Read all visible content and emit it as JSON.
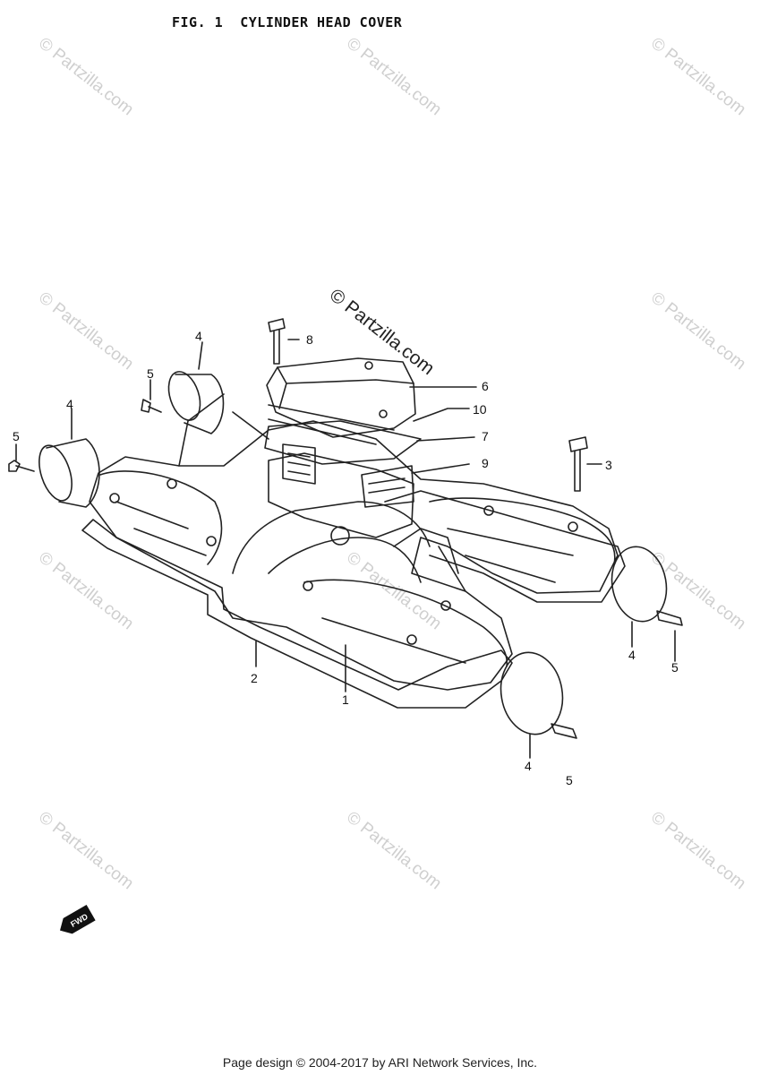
{
  "header": {
    "title": "FIG. 1  CYLINDER HEAD COVER"
  },
  "watermarks": {
    "faint": "© Partzilla.com",
    "main": "© Partzilla.com"
  },
  "callouts": {
    "c1": "1",
    "c2": "2",
    "c3": "3",
    "c4a": "4",
    "c4b": "4",
    "c4c": "4",
    "c4d": "4",
    "c5a": "5",
    "c5b": "5",
    "c5c": "5",
    "c5d": "5",
    "c6": "6",
    "c7": "7",
    "c8": "8",
    "c9": "9",
    "c10": "10"
  },
  "fwd_marker": {
    "label": "FWD"
  },
  "footer": {
    "text": "Page design © 2004-2017 by ARI Network Services, Inc."
  }
}
